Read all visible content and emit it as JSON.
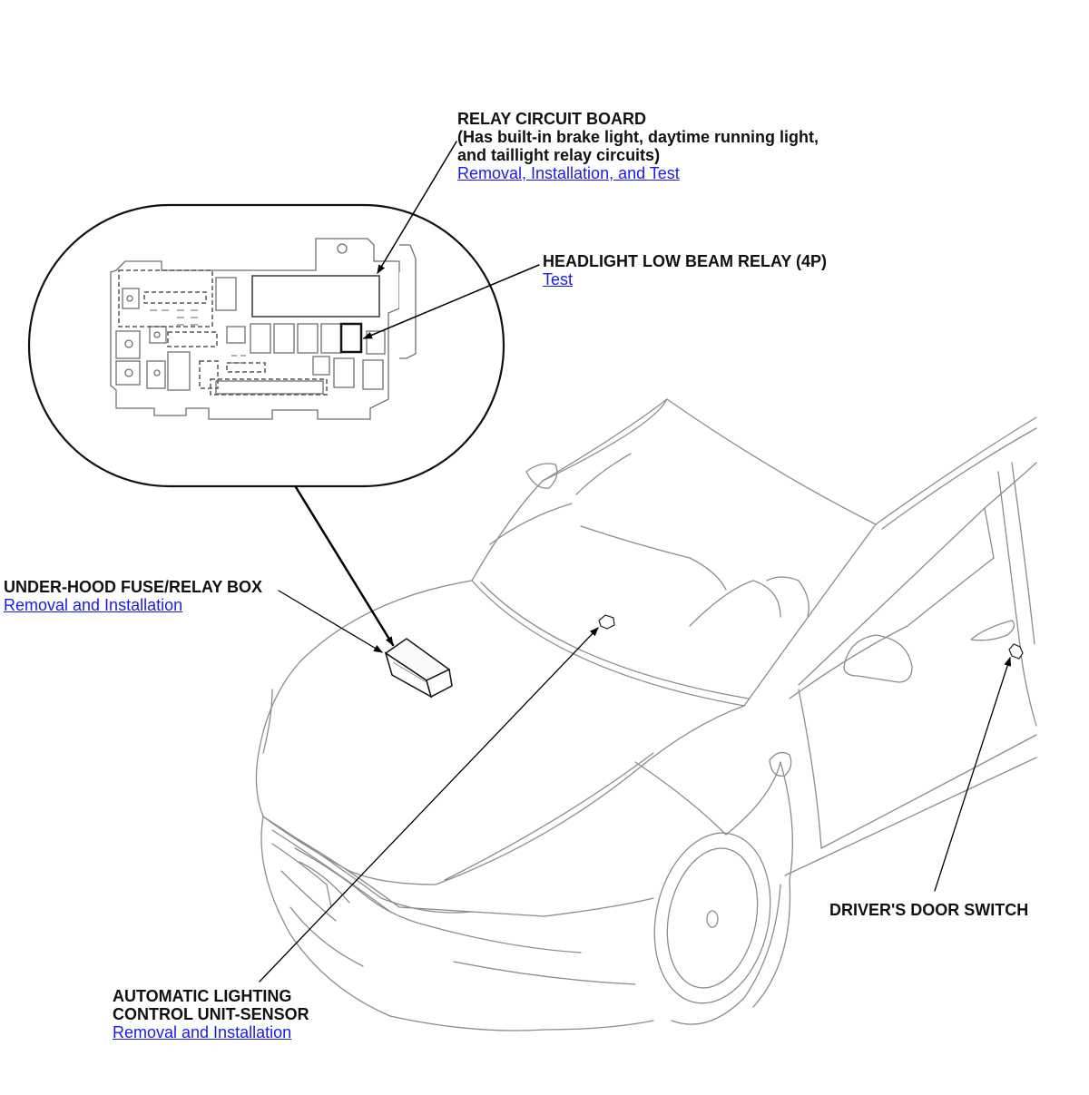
{
  "colors": {
    "text": "#111111",
    "link": "#1a1aee",
    "line": "#000000",
    "car_outline": "#8c8c8c"
  },
  "callouts": {
    "relay_board": {
      "title": "RELAY CIRCUIT BOARD",
      "desc_line1": "(Has built-in brake light, daytime running light,",
      "desc_line2": "and taillight relay circuits)",
      "link": "Removal, Installation, and Test"
    },
    "headlight_relay": {
      "title": "HEADLIGHT LOW BEAM RELAY (4P)",
      "link": "Test"
    },
    "fuse_box": {
      "title": "UNDER-HOOD FUSE/RELAY BOX",
      "link": "Removal and Installation"
    },
    "door_switch": {
      "title": "DRIVER'S DOOR SWITCH"
    },
    "light_sensor": {
      "title_line1": "AUTOMATIC LIGHTING",
      "title_line2": "CONTROL UNIT-SENSOR",
      "link": "Removal and Installation"
    }
  }
}
